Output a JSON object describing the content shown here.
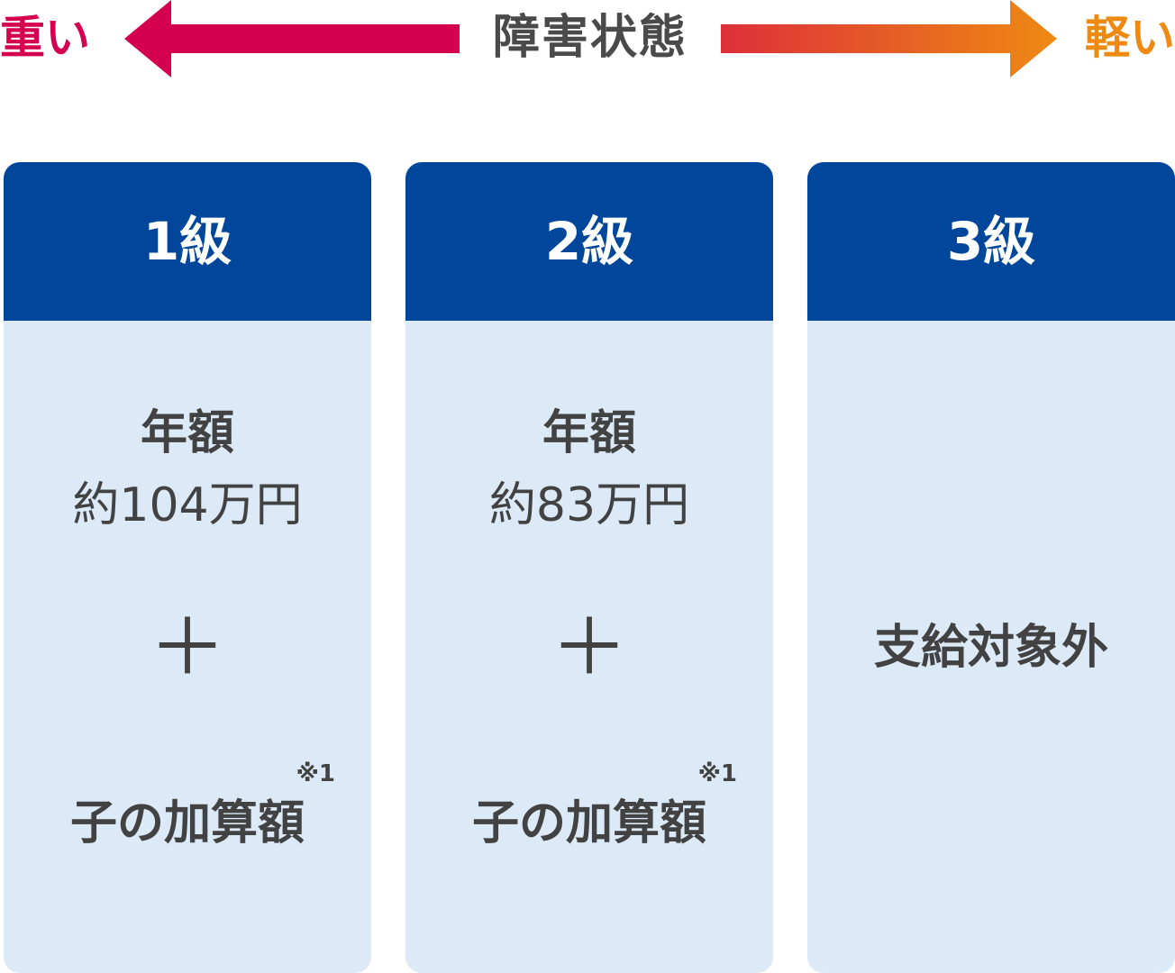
{
  "scale": {
    "heavy_label": "重い",
    "title": "障害状態",
    "light_label": "軽い",
    "heavy_color": "#d4004f",
    "light_color_start": "#dd2f3a",
    "light_color_end": "#ee8a12"
  },
  "grades": [
    {
      "name": "1級",
      "amount_label": "年額",
      "amount_value": "約104万円",
      "plus": "＋",
      "addition": "子の加算額",
      "note": "※1"
    },
    {
      "name": "2級",
      "amount_label": "年額",
      "amount_value": "約83万円",
      "plus": "＋",
      "addition": "子の加算額",
      "note": "※1"
    },
    {
      "name": "3級",
      "status": "支給対象外"
    }
  ],
  "colors": {
    "header_bg": "#00479b",
    "panel_bg": "#dce9f7",
    "text": "#424242"
  }
}
